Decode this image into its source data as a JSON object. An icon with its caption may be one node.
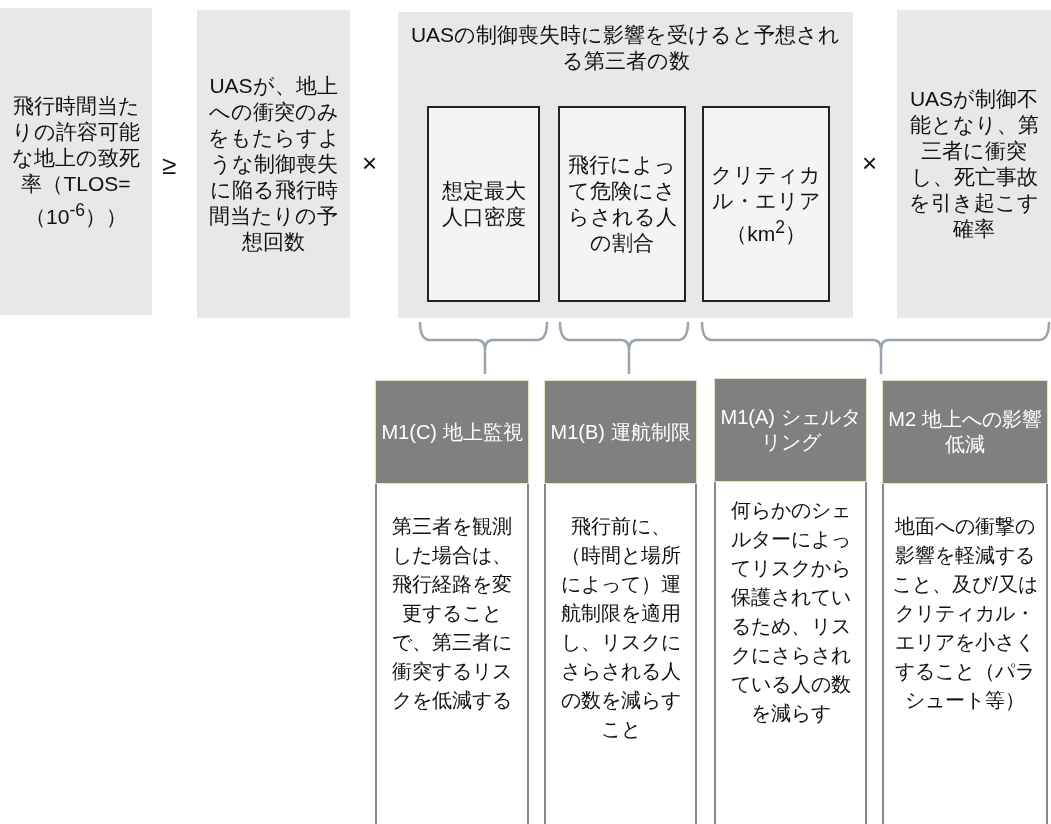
{
  "diagram": {
    "nodes": [
      {
        "text": [
          "飛行時間当たりの許容可能な地上の致死率（TLOS=（10$^{-6}$））"
        ]
      },
      {
        "text": [
          "UASが、地上への衝突のみをもたらすような制御喪失に陥る飛行時間当たりの予想回数"
        ]
      },
      {
        "text": [
          "UASの制御喪失時に影響を受けると予想される第三者の数"
        ]
      },
      {
        "text": [
          "想定最大人口密度"
        ],
        "in": 2
      },
      {
        "text": [
          "飛行によって危険にさらされる人の割合"
        ],
        "in": 2
      },
      {
        "text": [
          "クリティカル・エリア（km$^{2}$）"
        ],
        "in": 2
      },
      {
        "text": [
          "UASが制御不能となり、第三者に衝突し、死亡事故を引き起こす確率"
        ]
      },
      {
        "text": [
          "M1(C) 地上監視",
          "第三者を観測した場合は、飛行経路を変更することで、第三者に衝突するリスクを低減する"
        ]
      },
      {
        "text": [
          "M1(B) 運航制限",
          "飛行前に、（時間と場所によって）運航制限を適用し、リスクにさらされる人の数を減らすこと"
        ]
      },
      {
        "text": [
          "M1(A) シェルタリング",
          "何らかのシェルターによってリスクから保護されているため、リスクにさらされている人の数を減らす"
        ]
      },
      {
        "text": [
          "M2 地上への影響低減",
          "地面への衝撃の影響を軽減すること、及び/又はクリティカル・エリアを小さくすること（パラシュート等）"
        ]
      }
    ],
    "labels": [
      "≥",
      "×",
      "×"
    ]
  }
}
